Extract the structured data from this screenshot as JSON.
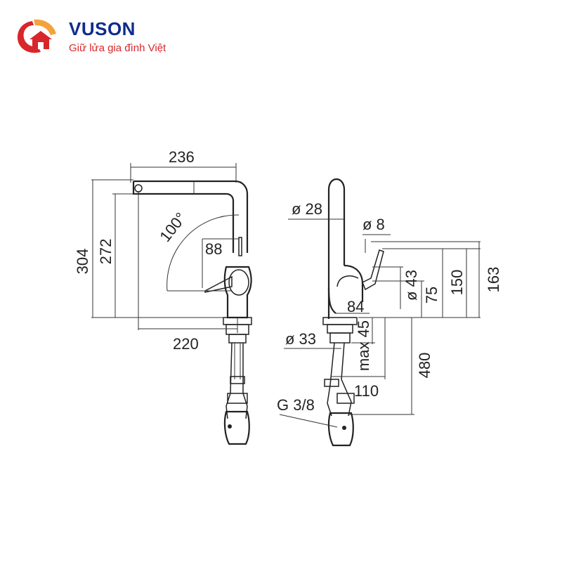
{
  "brand": {
    "name": "VUSON",
    "tagline": "Giữ lửa gia đình Việt",
    "colors": {
      "primary": "#0f2c8c",
      "accent": "#d8262b",
      "gold": "#f2a33a"
    }
  },
  "front_view": {
    "width_top": "236",
    "height_total": "304",
    "height_spout": "272",
    "swivel_angle": "100°",
    "handle_reach": "88",
    "spout_reach": "220"
  },
  "side_view": {
    "spout_diameter": "ø 28",
    "handle_diameter": "ø 8",
    "body_diameter": "ø 43",
    "handle_height": "75",
    "handle_top_height": "150",
    "overall_height": "163",
    "body_depth": "84",
    "deck_thickness": "max 45",
    "hole_diameter": "ø 33",
    "hose_length": "480",
    "hose_reach": "110",
    "connection": "G 3/8"
  }
}
